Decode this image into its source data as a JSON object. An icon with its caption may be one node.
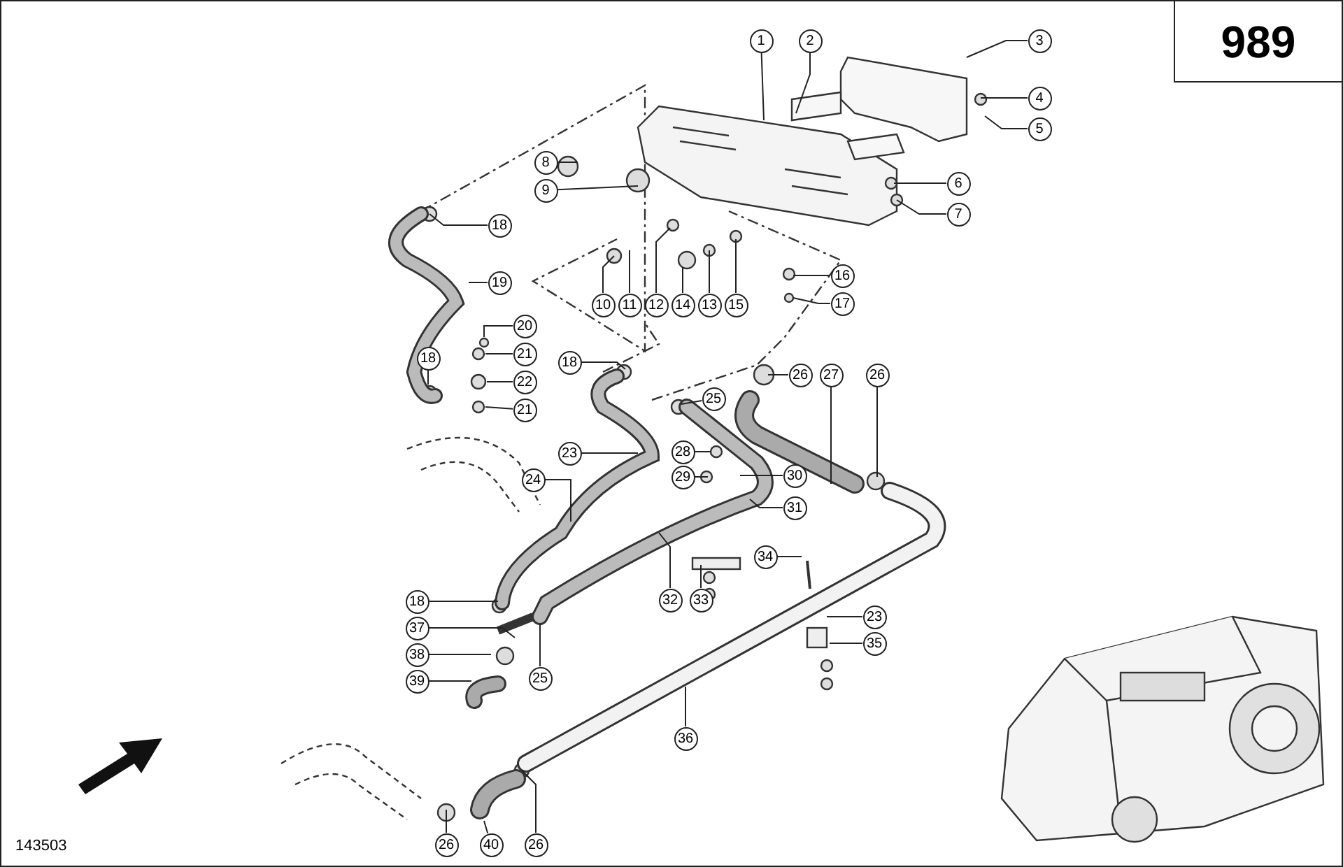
{
  "diagram": {
    "nodes": [
      {
        "text": [
          "1"
        ]
      },
      {
        "text": [
          "2"
        ]
      },
      {
        "text": [
          "3"
        ]
      },
      {
        "text": [
          "4"
        ]
      },
      {
        "text": [
          "5"
        ]
      },
      {
        "text": [
          "8"
        ]
      },
      {
        "text": [
          "9"
        ]
      },
      {
        "text": [
          "6"
        ]
      },
      {
        "text": [
          "7"
        ]
      },
      {
        "text": [
          "18"
        ]
      },
      {
        "text": [
          "19"
        ]
      },
      {
        "text": [
          "16"
        ]
      },
      {
        "text": [
          "17"
        ]
      },
      {
        "text": [
          "10"
        ]
      },
      {
        "text": [
          "11"
        ]
      },
      {
        "text": [
          "12"
        ]
      },
      {
        "text": [
          "14"
        ]
      },
      {
        "text": [
          "13"
        ]
      },
      {
        "text": [
          "15"
        ]
      },
      {
        "text": [
          "20"
        ]
      },
      {
        "text": [
          "21"
        ]
      },
      {
        "text": [
          "22"
        ]
      },
      {
        "text": [
          "18"
        ]
      },
      {
        "text": [
          "18"
        ]
      },
      {
        "text": [
          "26"
        ]
      },
      {
        "text": [
          "27"
        ]
      },
      {
        "text": [
          "26"
        ]
      },
      {
        "text": [
          "21"
        ]
      },
      {
        "text": [
          "25"
        ]
      },
      {
        "text": [
          "23"
        ]
      },
      {
        "text": [
          "28"
        ]
      },
      {
        "text": [
          "29"
        ]
      },
      {
        "text": [
          "30"
        ]
      },
      {
        "text": [
          "24"
        ]
      },
      {
        "text": [
          "31"
        ]
      },
      {
        "text": [
          "34"
        ]
      },
      {
        "text": [
          "32"
        ]
      },
      {
        "text": [
          "33"
        ]
      },
      {
        "text": [
          "18"
        ]
      },
      {
        "text": [
          "37"
        ]
      },
      {
        "text": [
          "23"
        ]
      },
      {
        "text": [
          "38"
        ]
      },
      {
        "text": [
          "35"
        ]
      },
      {
        "text": [
          "39"
        ]
      },
      {
        "text": [
          "25"
        ]
      },
      {
        "text": [
          "36"
        ]
      },
      {
        "text": [
          "26"
        ]
      },
      {
        "text": [
          "40"
        ]
      },
      {
        "text": [
          "26"
        ]
      }
    ],
    "edges": [
      {
        "from": 0,
        "to": null,
        "arrow": "none"
      },
      {
        "from": 1,
        "to": null,
        "arrow": "none"
      },
      {
        "from": 2,
        "to": null,
        "arrow": "none"
      },
      {
        "from": 3,
        "to": null,
        "arrow": "none"
      },
      {
        "from": 4,
        "to": null,
        "arrow": "none"
      },
      {
        "from": 5,
        "to": null,
        "arrow": "none"
      },
      {
        "from": 6,
        "to": null,
        "arrow": "none"
      },
      {
        "from": 7,
        "to": null,
        "arrow": "none"
      },
      {
        "from": 8,
        "to": null,
        "arrow": "none"
      },
      {
        "from": 9,
        "to": null,
        "arrow": "none"
      },
      {
        "from": 10,
        "to": null,
        "arrow": "none"
      },
      {
        "from": 11,
        "to": null,
        "arrow": "none"
      },
      {
        "from": 12,
        "to": null,
        "arrow": "none"
      },
      {
        "from": 13,
        "to": null,
        "arrow": "none"
      },
      {
        "from": 14,
        "to": null,
        "arrow": "none"
      },
      {
        "from": 15,
        "to": null,
        "arrow": "none"
      },
      {
        "from": 16,
        "to": null,
        "arrow": "none"
      },
      {
        "from": 17,
        "to": null,
        "arrow": "none"
      },
      {
        "from": 18,
        "to": null,
        "arrow": "none"
      },
      {
        "from": 19,
        "to": null,
        "arrow": "none"
      },
      {
        "from": 20,
        "to": null,
        "arrow": "none"
      },
      {
        "from": 21,
        "to": null,
        "arrow": "none"
      },
      {
        "from": 22,
        "to": null,
        "arrow": "none"
      },
      {
        "from": 23,
        "to": null,
        "arrow": "none"
      },
      {
        "from": 24,
        "to": null,
        "arrow": "none"
      },
      {
        "from": 25,
        "to": null,
        "arrow": "none"
      },
      {
        "from": 26,
        "to": null,
        "arrow": "none"
      },
      {
        "from": 27,
        "to": null,
        "arrow": "none"
      },
      {
        "from": 28,
        "to": null,
        "arrow": "none"
      },
      {
        "from": 29,
        "to": null,
        "arrow": "none"
      },
      {
        "from": 30,
        "to": null,
        "arrow": "none"
      },
      {
        "from": 31,
        "to": null,
        "arrow": "none"
      },
      {
        "from": 32,
        "to": null,
        "arrow": "none"
      },
      {
        "from": 33,
        "to": null,
        "arrow": "none"
      },
      {
        "from": 34,
        "to": null,
        "arrow": "none"
      },
      {
        "from": 35,
        "to": null,
        "arrow": "none"
      },
      {
        "from": 36,
        "to": null,
        "arrow": "none"
      },
      {
        "from": 37,
        "to": null,
        "arrow": "none"
      },
      {
        "from": 38,
        "to": null,
        "arrow": "none"
      },
      {
        "from": 39,
        "to": null,
        "arrow": "none"
      },
      {
        "from": 40,
        "to": null,
        "arrow": "none"
      },
      {
        "from": 41,
        "to": null,
        "arrow": "none"
      },
      {
        "from": 42,
        "to": null,
        "arrow": "none"
      },
      {
        "from": 43,
        "to": null,
        "arrow": "none"
      },
      {
        "from": 44,
        "to": null,
        "arrow": "none"
      },
      {
        "from": 45,
        "to": null,
        "arrow": "none"
      },
      {
        "from": 46,
        "to": null,
        "arrow": "none"
      },
      {
        "from": 47,
        "to": null,
        "arrow": "none"
      },
      {
        "from": 48,
        "to": null,
        "arrow": "none"
      }
    ],
    "labels": [
      "989",
      "143503"
    ]
  }
}
